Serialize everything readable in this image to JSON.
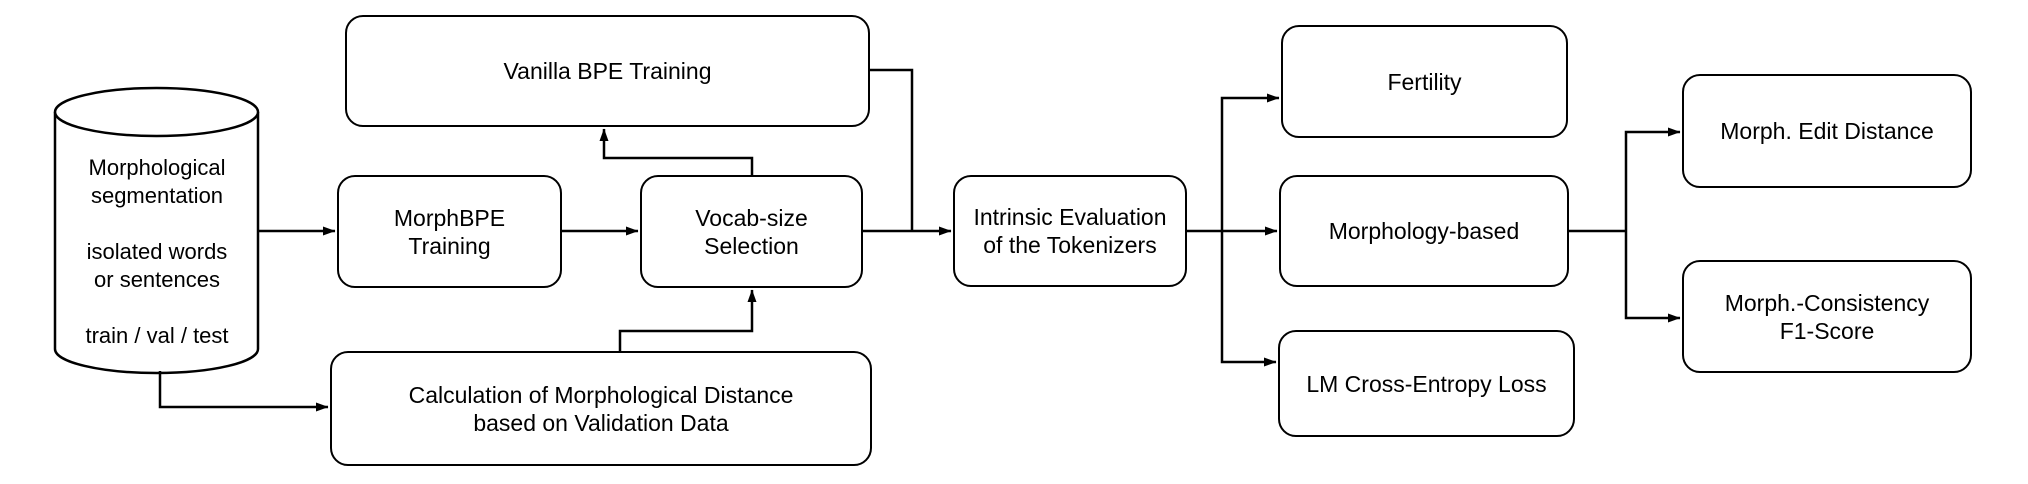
{
  "figure": {
    "background_color": "#ffffff",
    "line_color": "#000000",
    "node_fill_color": "#ffffff",
    "nodes": {
      "datastore": {
        "shape": "cylinder",
        "label": "Morphological\nsegmentation\n\nisolated words\nor sentences\n\ntrain / val / test"
      },
      "vanilla_bpe_training": {
        "shape": "rounded-rect",
        "label": "Vanilla BPE Training"
      },
      "morphbpe_training": {
        "shape": "rounded-rect",
        "label": "MorphBPE\nTraining"
      },
      "vocab_size_selection": {
        "shape": "rounded-rect",
        "label": "Vocab-size\nSelection"
      },
      "morph_distance_calc": {
        "shape": "rounded-rect",
        "label": "Calculation of Morphological Distance\nbased on Validation Data"
      },
      "intrinsic_evaluation": {
        "shape": "rounded-rect",
        "label": "Intrinsic Evaluation\nof the Tokenizers"
      },
      "fertility": {
        "shape": "rounded-rect",
        "label": "Fertility"
      },
      "morphology_based": {
        "shape": "rounded-rect",
        "label": "Morphology-based"
      },
      "lm_cross_entropy": {
        "shape": "rounded-rect",
        "label": "LM Cross-Entropy Loss"
      },
      "morph_edit_distance": {
        "shape": "rounded-rect",
        "label": "Morph. Edit Distance"
      },
      "morph_consistency_f1": {
        "shape": "rounded-rect",
        "label": "Morph.-Consistency\nF1-Score"
      }
    },
    "edges": [
      {
        "from": "datastore",
        "to": "morphbpe_training",
        "arrow": true
      },
      {
        "from": "datastore",
        "to": "morph_distance_calc",
        "arrow": true
      },
      {
        "from": "morphbpe_training",
        "to": "vocab_size_selection",
        "arrow": true
      },
      {
        "from": "vocab_size_selection",
        "to": "vanilla_bpe_training",
        "arrow": true
      },
      {
        "from": "morph_distance_calc",
        "to": "vocab_size_selection",
        "arrow": true
      },
      {
        "from": "vanilla_bpe_training",
        "to": "intrinsic_evaluation",
        "arrow": true
      },
      {
        "from": "vocab_size_selection",
        "to": "intrinsic_evaluation",
        "arrow": true
      },
      {
        "from": "intrinsic_evaluation",
        "to": "fertility",
        "arrow": true
      },
      {
        "from": "intrinsic_evaluation",
        "to": "morphology_based",
        "arrow": true
      },
      {
        "from": "intrinsic_evaluation",
        "to": "lm_cross_entropy",
        "arrow": true
      },
      {
        "from": "morphology_based",
        "to": "morph_edit_distance",
        "arrow": true
      },
      {
        "from": "morphology_based",
        "to": "morph_consistency_f1",
        "arrow": true
      }
    ]
  }
}
